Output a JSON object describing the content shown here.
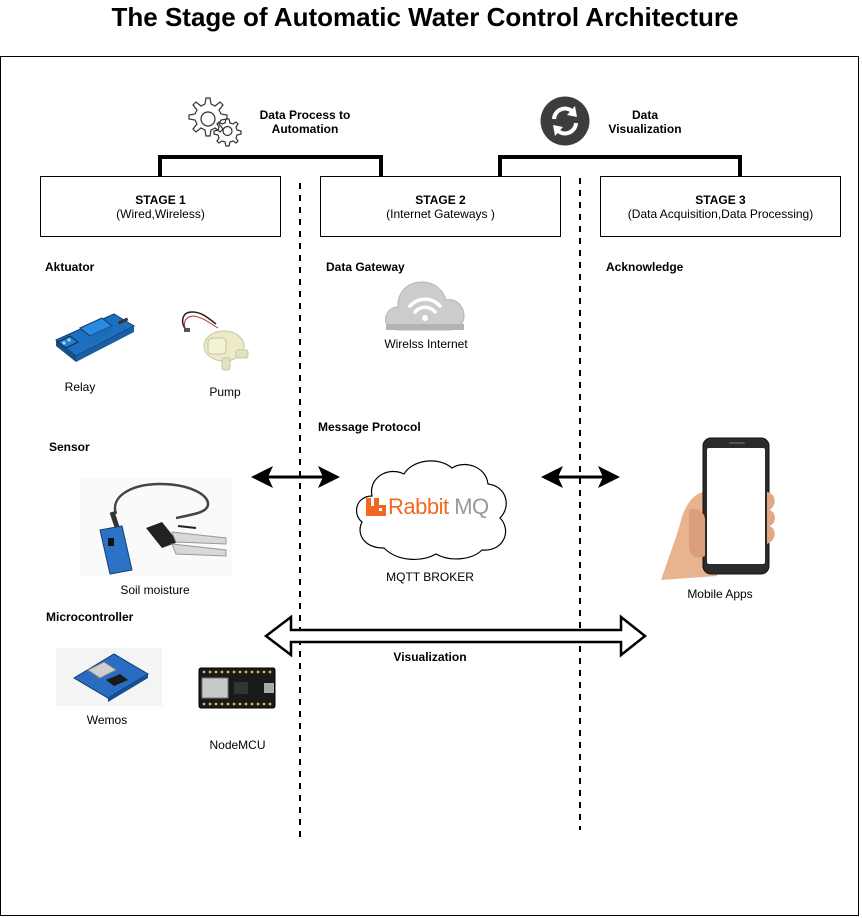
{
  "title": "The Stage of Automatic Water Control Architecture",
  "headers": {
    "process": "Data Process to Automation",
    "visualization": "Data Visualization"
  },
  "stages": [
    {
      "name": "STAGE 1",
      "desc": "(Wired,Wireless)"
    },
    {
      "name": "STAGE 2",
      "desc": "(Internet Gateways )"
    },
    {
      "name": "STAGE 3",
      "desc": "(Data Acquisition,Data Processing)"
    }
  ],
  "stage1": {
    "aktuator": "Aktuator",
    "relay": "Relay",
    "pump": "Pump",
    "sensor": "Sensor",
    "soil": "Soil moisture",
    "micro": "Microcontroller",
    "wemos": "Wemos",
    "nodemcu": "NodeMCU"
  },
  "stage2": {
    "gateway": "Data Gateway",
    "wireless": "Wirelss Internet",
    "protocol": "Message Protocol",
    "rabbit_logo": "RabbitMQ",
    "broker": "MQTT BROKER"
  },
  "stage3": {
    "ack": "Acknowledge",
    "mobile": "Mobile Apps"
  },
  "visualization_arrow": "Visualization",
  "colors": {
    "rabbit_orange": "#f26722",
    "rabbit_gray": "#999999",
    "cloud_gray": "#cccccc",
    "relay_blue": "#1f6fbf",
    "sensor_blue": "#2c73c6",
    "board_black": "#1a1a1a"
  }
}
